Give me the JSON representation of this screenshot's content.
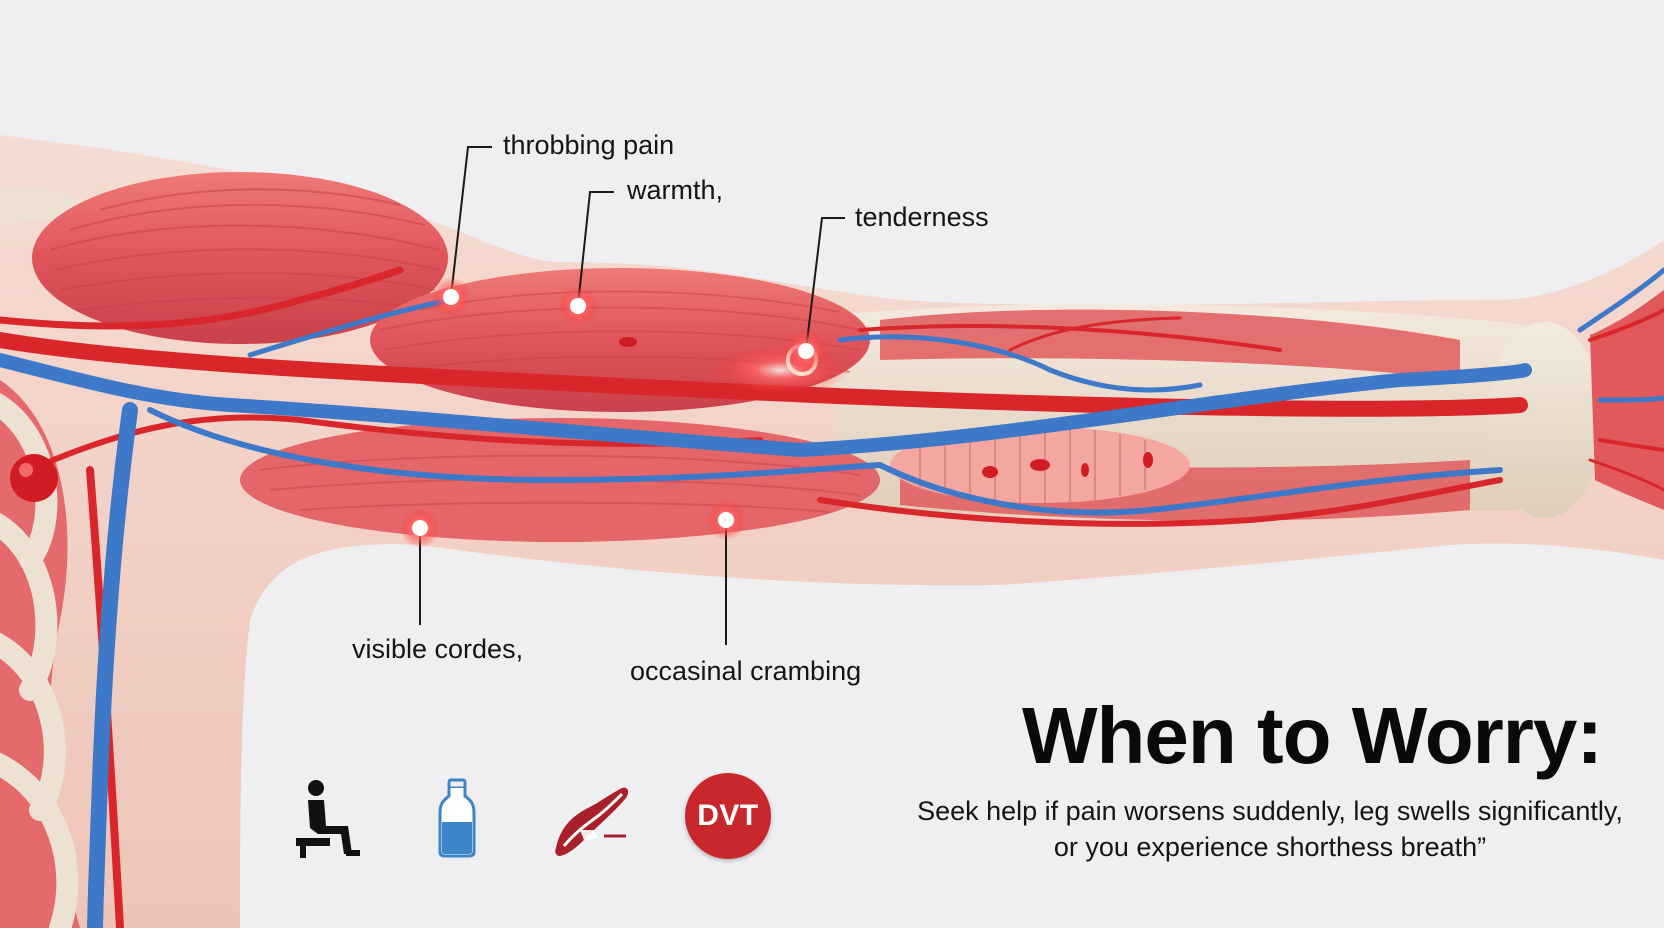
{
  "callouts": {
    "throbbing": "throbbing pain",
    "warmth": "warmth,",
    "tenderness": "tenderness",
    "cordes": "visible cordes,",
    "cramping": "occasinal crambing"
  },
  "worry": {
    "title": "When to Worry:",
    "line1": "Seek help if pain worsens suddenly, leg swells significantly,",
    "line2": "or you experience shorthess breath”"
  },
  "icons": {
    "sitting": "sitting-person-icon",
    "bottle": "water-bottle-icon",
    "vein": "blood-vessel-icon",
    "dvt_label": "DVT"
  },
  "colors": {
    "background": "#efeff1",
    "muscle": "#e0555a",
    "artery": "#d9262b",
    "vein": "#3e78c8",
    "skin": "#f2d2c8",
    "bone": "#ece1d2",
    "alert": "#c8282d"
  }
}
